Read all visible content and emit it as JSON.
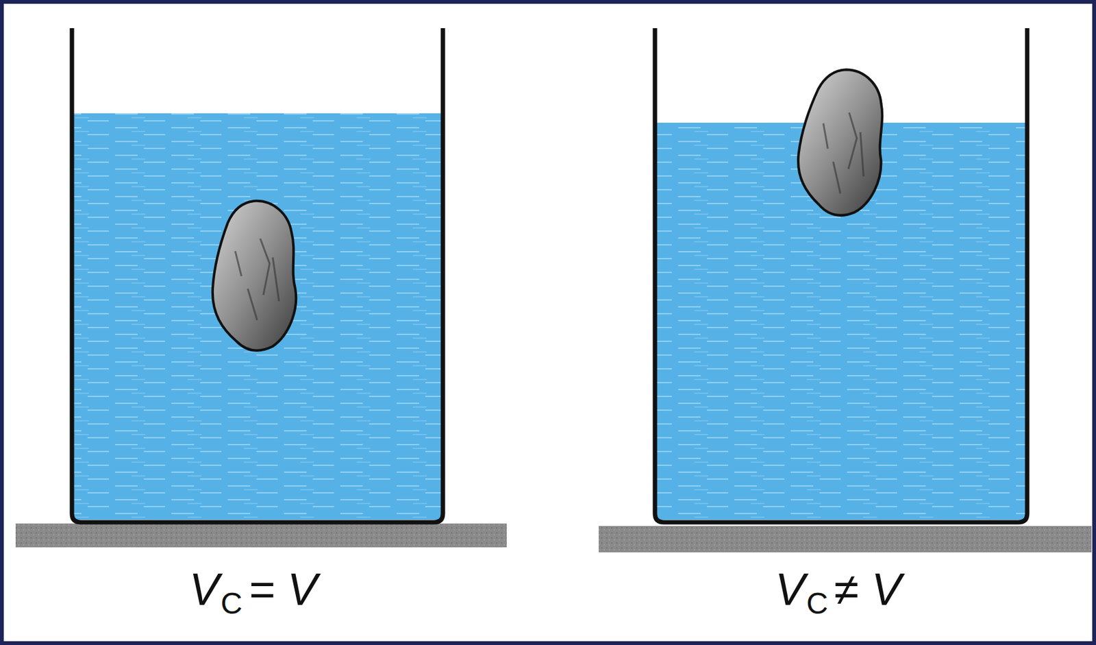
{
  "diagram": {
    "labels": [
      "V",
      "C",
      "= V",
      "V",
      "C",
      "≠ V"
    ]
  }
}
